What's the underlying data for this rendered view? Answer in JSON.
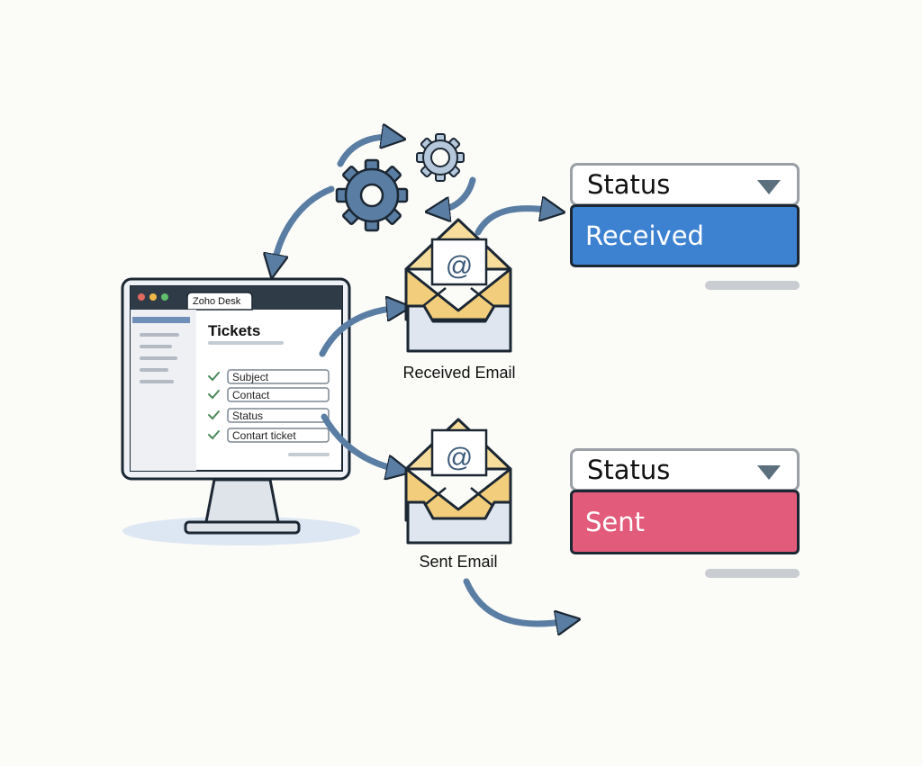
{
  "app": {
    "window_title": "Zoho Desk"
  },
  "ticket_panel": {
    "heading": "Tickets",
    "fields": [
      "Subject",
      "Contact",
      "Status",
      "Contart ticket"
    ]
  },
  "emails": {
    "received_label": "Received Email",
    "sent_label": "Sent Email",
    "at_symbol": "@"
  },
  "status_received": {
    "label": "Status",
    "value": "Received",
    "value_color": "#3d82d1"
  },
  "status_sent": {
    "label": "Status",
    "value": "Sent",
    "value_color": "#e35b7a"
  },
  "colors": {
    "arrow": "#5a7ea3",
    "gear": "#5a7ea3",
    "envelope": "#f2cd7b",
    "tray": "#dfe6ef"
  },
  "icons": [
    "gear-icon",
    "small-gear-icon",
    "envelope-icon",
    "inbox-tray-icon",
    "check-icon",
    "chevron-down-icon",
    "monitor-icon"
  ]
}
